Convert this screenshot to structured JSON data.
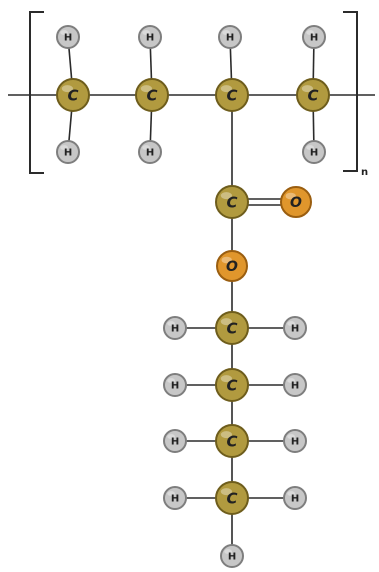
{
  "diagram": {
    "repeat_subscript": "n",
    "colors": {
      "carbon": "#b19a3f",
      "carbon_dark": "#6e5d1c",
      "oxygen": "#e0962c",
      "oxygen_dark": "#9a5e10",
      "hydrogen": "#c7c7c7",
      "hydrogen_dark": "#7e7e7e",
      "bond": "#2b2b2b",
      "text": "#222222"
    },
    "atoms": [
      {
        "id": "c1",
        "element": "carbon",
        "label": "C"
      },
      {
        "id": "c2",
        "element": "carbon",
        "label": "C"
      },
      {
        "id": "c3",
        "element": "carbon",
        "label": "C"
      },
      {
        "id": "c4",
        "element": "carbon",
        "label": "C"
      },
      {
        "id": "h1t",
        "element": "hydrogen",
        "label": "H"
      },
      {
        "id": "h1b",
        "element": "hydrogen",
        "label": "H"
      },
      {
        "id": "h2t",
        "element": "hydrogen",
        "label": "H"
      },
      {
        "id": "h2b",
        "element": "hydrogen",
        "label": "H"
      },
      {
        "id": "h3t",
        "element": "hydrogen",
        "label": "H"
      },
      {
        "id": "h4t",
        "element": "hydrogen",
        "label": "H"
      },
      {
        "id": "h4b",
        "element": "hydrogen",
        "label": "H"
      },
      {
        "id": "cc",
        "element": "carbon",
        "label": "C"
      },
      {
        "id": "od",
        "element": "oxygen",
        "label": "O"
      },
      {
        "id": "os",
        "element": "oxygen",
        "label": "O"
      },
      {
        "id": "b1",
        "element": "carbon",
        "label": "C"
      },
      {
        "id": "b2",
        "element": "carbon",
        "label": "C"
      },
      {
        "id": "b3",
        "element": "carbon",
        "label": "C"
      },
      {
        "id": "b4",
        "element": "carbon",
        "label": "C"
      },
      {
        "id": "hb1l",
        "element": "hydrogen",
        "label": "H"
      },
      {
        "id": "hb1r",
        "element": "hydrogen",
        "label": "H"
      },
      {
        "id": "hb2l",
        "element": "hydrogen",
        "label": "H"
      },
      {
        "id": "hb2r",
        "element": "hydrogen",
        "label": "H"
      },
      {
        "id": "hb3l",
        "element": "hydrogen",
        "label": "H"
      },
      {
        "id": "hb3r",
        "element": "hydrogen",
        "label": "H"
      },
      {
        "id": "hb4l",
        "element": "hydrogen",
        "label": "H"
      },
      {
        "id": "hb4r",
        "element": "hydrogen",
        "label": "H"
      },
      {
        "id": "hbend",
        "element": "hydrogen",
        "label": "H"
      }
    ],
    "bonds": [
      {
        "from": "c1",
        "to": "c2",
        "order": 1
      },
      {
        "from": "c2",
        "to": "c3",
        "order": 1
      },
      {
        "from": "c3",
        "to": "c4",
        "order": 1
      },
      {
        "from": "c1",
        "to": "h1t",
        "order": 1
      },
      {
        "from": "c1",
        "to": "h1b",
        "order": 1
      },
      {
        "from": "c2",
        "to": "h2t",
        "order": 1
      },
      {
        "from": "c2",
        "to": "h2b",
        "order": 1
      },
      {
        "from": "c3",
        "to": "h3t",
        "order": 1
      },
      {
        "from": "c4",
        "to": "h4t",
        "order": 1
      },
      {
        "from": "c4",
        "to": "h4b",
        "order": 1
      },
      {
        "from": "c3",
        "to": "cc",
        "order": 1
      },
      {
        "from": "cc",
        "to": "od",
        "order": 2
      },
      {
        "from": "cc",
        "to": "os",
        "order": 1
      },
      {
        "from": "os",
        "to": "b1",
        "order": 1
      },
      {
        "from": "b1",
        "to": "b2",
        "order": 1
      },
      {
        "from": "b2",
        "to": "b3",
        "order": 1
      },
      {
        "from": "b3",
        "to": "b4",
        "order": 1
      },
      {
        "from": "b1",
        "to": "hb1l",
        "order": 1
      },
      {
        "from": "b1",
        "to": "hb1r",
        "order": 1
      },
      {
        "from": "b2",
        "to": "hb2l",
        "order": 1
      },
      {
        "from": "b2",
        "to": "hb2r",
        "order": 1
      },
      {
        "from": "b3",
        "to": "hb3l",
        "order": 1
      },
      {
        "from": "b3",
        "to": "hb3r",
        "order": 1
      },
      {
        "from": "b4",
        "to": "hb4l",
        "order": 1
      },
      {
        "from": "b4",
        "to": "hb4r",
        "order": 1
      },
      {
        "from": "b4",
        "to": "hbend",
        "order": 1
      }
    ]
  }
}
